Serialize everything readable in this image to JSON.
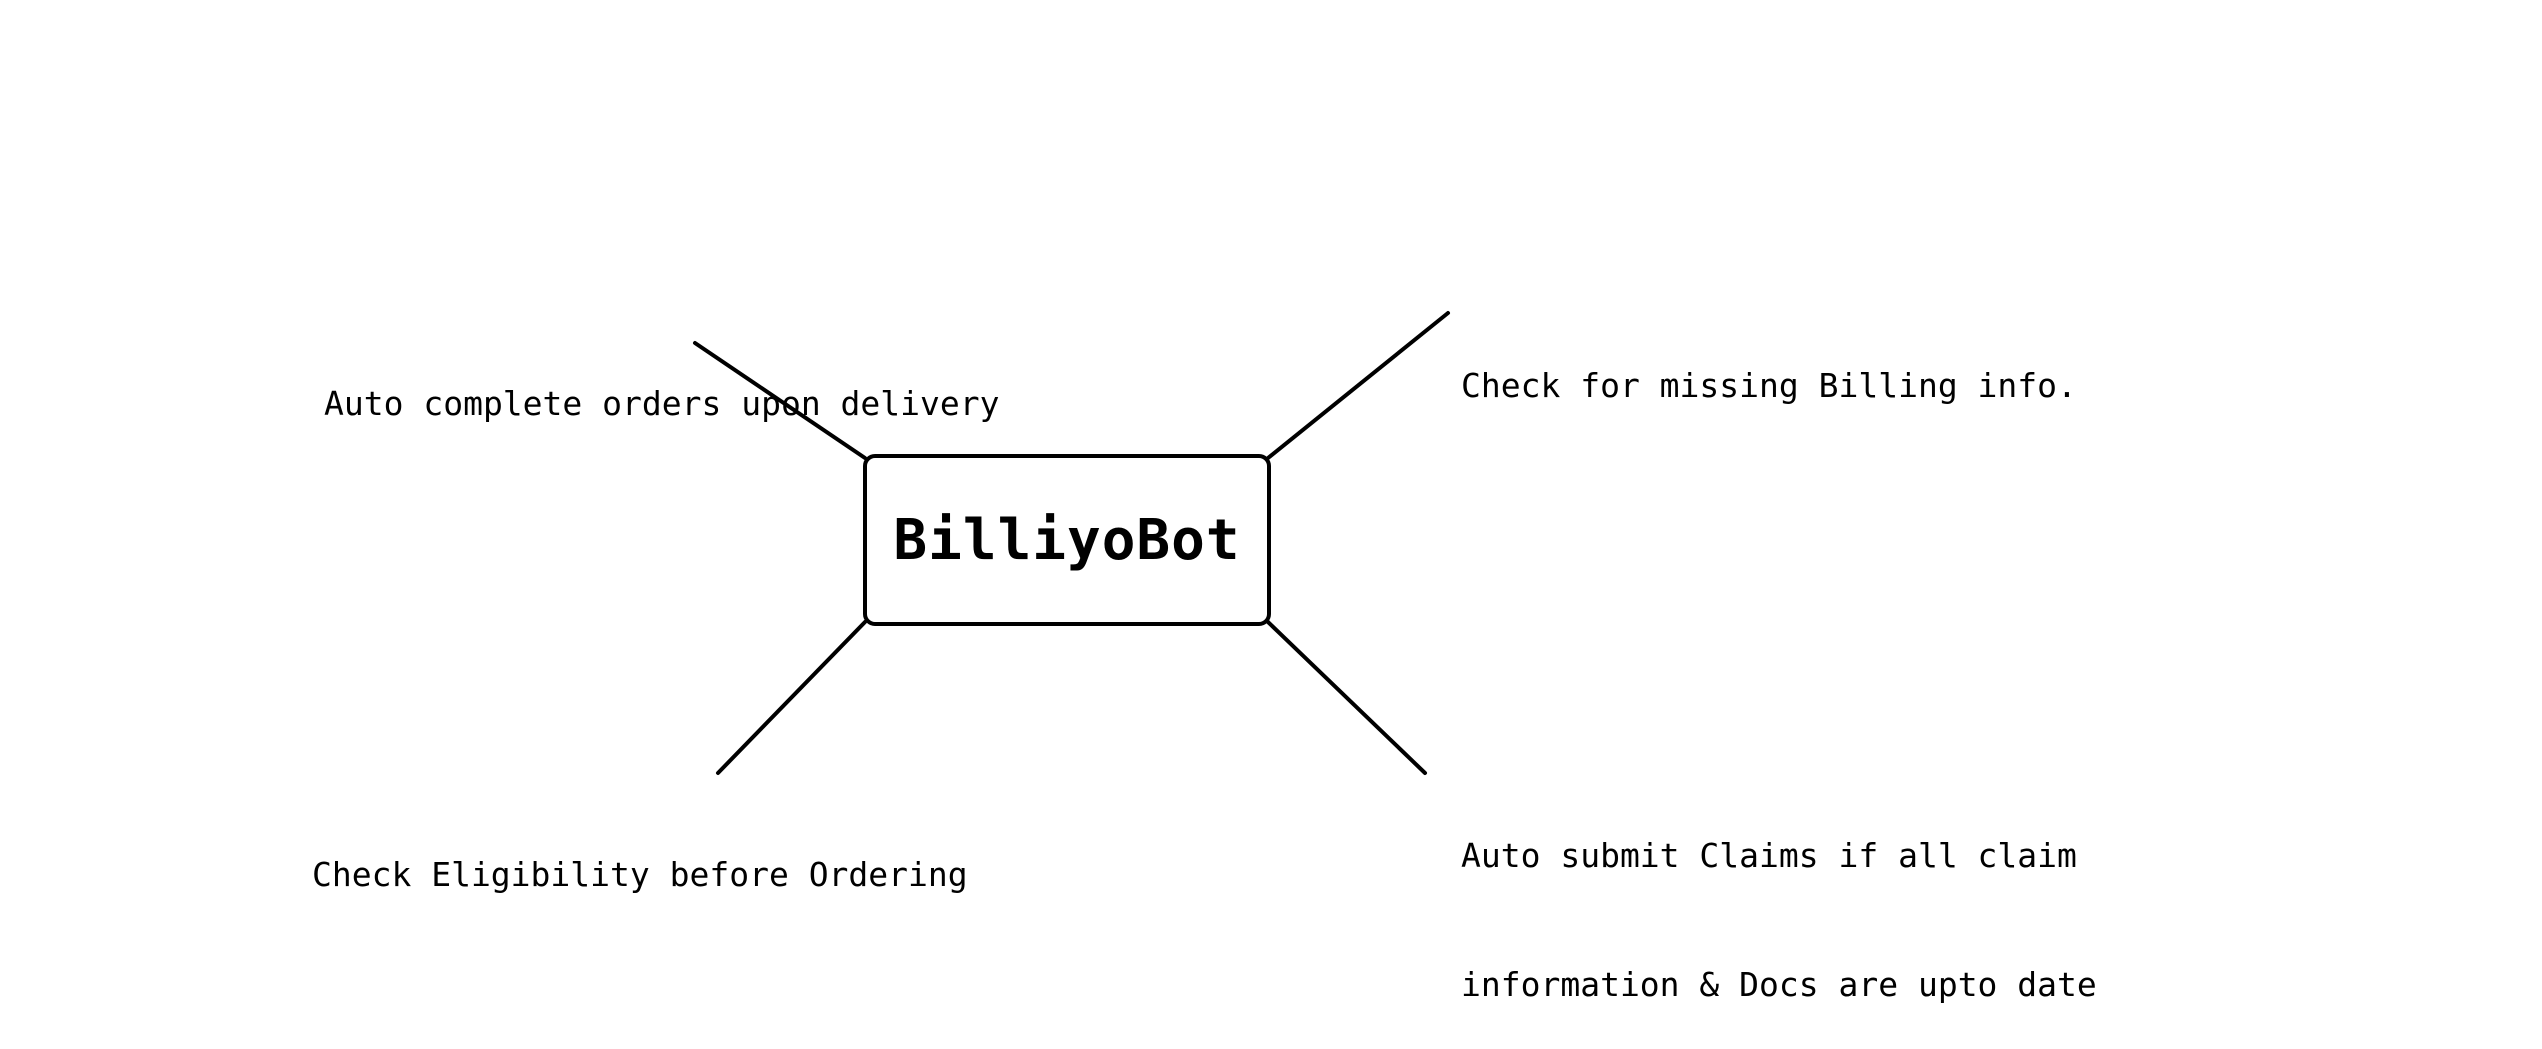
{
  "central_node": {
    "label": "BilliyoBot"
  },
  "branches": [
    {
      "id": "top-left",
      "lines": [
        "Auto complete orders upon delivery"
      ]
    },
    {
      "id": "top-right",
      "lines": [
        "Check for missing Billing info."
      ]
    },
    {
      "id": "bottom-left",
      "lines": [
        "Check Eligibility before Ordering"
      ]
    },
    {
      "id": "bottom-right",
      "lines": [
        "Auto submit Claims if all claim",
        "information & Docs are upto date"
      ]
    }
  ],
  "colors": {
    "stroke": "#000000",
    "text": "#000000",
    "background": "#ffffff"
  }
}
